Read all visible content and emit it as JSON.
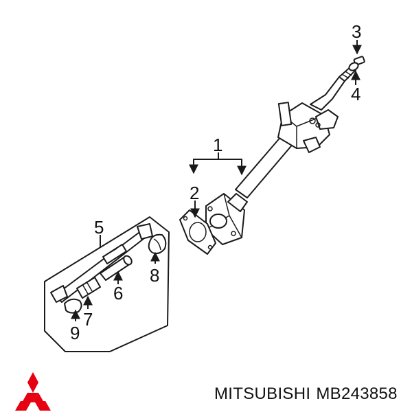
{
  "callouts": [
    "1",
    "2",
    "3",
    "4",
    "5",
    "6",
    "7",
    "8",
    "9"
  ],
  "brand": {
    "name": "MITSUBISHI",
    "part_number": "MB243858"
  },
  "logo": {
    "icon": "three-diamond-logo-icon",
    "color": "#e60012"
  }
}
